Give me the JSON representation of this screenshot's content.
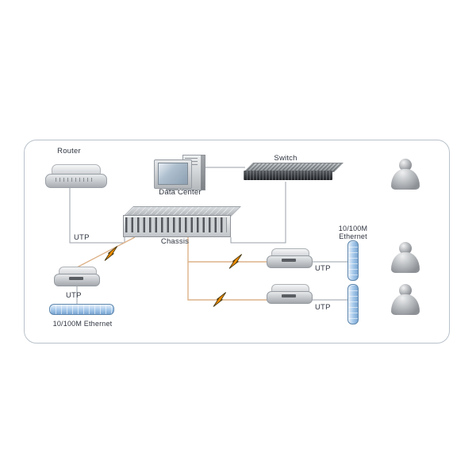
{
  "diagram": {
    "type": "network-topology",
    "nodes": {
      "router": {
        "label": "Router"
      },
      "data_center": {
        "label": "Data Center"
      },
      "switch": {
        "label": "Switch"
      },
      "chassis": {
        "label": "Chassis"
      },
      "router_link": {
        "utp_label": "UTP"
      },
      "converter_left": {
        "utp_label": "UTP",
        "ethernet_label": "10/100M Ethernet"
      },
      "converter_right_top": {
        "utp_label": "UTP",
        "ethernet_label": "10/100M Ethernet"
      },
      "converter_right_bottom": {
        "utp_label": "UTP"
      }
    },
    "icons": {
      "person": "person-icon",
      "fiber_link": "fiber-bolt-icon"
    },
    "colors": {
      "frame_border": "#b9c2cb",
      "copper_line": "#9aa2aa",
      "fiber_line": "#ddb289",
      "bolt_fill": "#f08c00",
      "ethernet_bar": "#a9cbec"
    }
  }
}
